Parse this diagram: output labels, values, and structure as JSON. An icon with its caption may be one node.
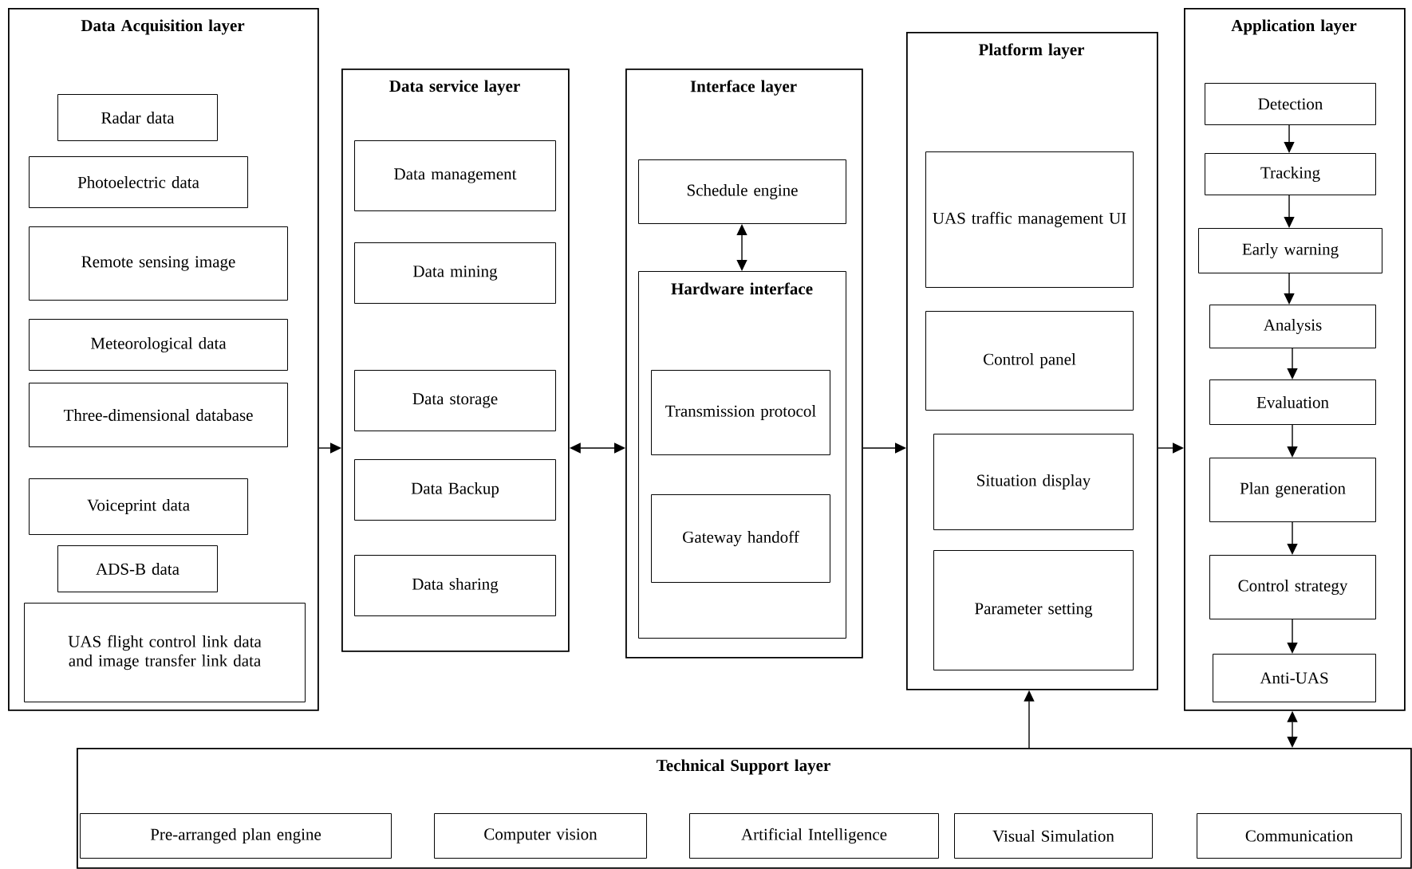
{
  "diagram": {
    "nodes": [
      {
        "text": [
          "Data Acquisition layer"
        ]
      },
      {
        "text": [
          "Radar data"
        ],
        "in": 0
      },
      {
        "text": [
          "Photoelectric data"
        ],
        "in": 0
      },
      {
        "text": [
          "Remote sensing image"
        ],
        "in": 0
      },
      {
        "text": [
          "Meteorological data"
        ],
        "in": 0
      },
      {
        "text": [
          "Three-dimensional database"
        ],
        "in": 0
      },
      {
        "text": [
          "Voiceprint data"
        ],
        "in": 0
      },
      {
        "text": [
          "ADS-B data"
        ],
        "in": 0
      },
      {
        "text": [
          "UAS flight control link data and image transfer link data"
        ],
        "in": 0
      },
      {
        "text": [
          "Data service layer"
        ]
      },
      {
        "text": [
          "Data management"
        ],
        "in": 9
      },
      {
        "text": [
          "Data mining"
        ],
        "in": 9
      },
      {
        "text": [
          "Data storage"
        ],
        "in": 9
      },
      {
        "text": [
          "Data Backup"
        ],
        "in": 9
      },
      {
        "text": [
          "Data sharing"
        ],
        "in": 9
      },
      {
        "text": [
          "Interface layer"
        ]
      },
      {
        "text": [
          "Schedule engine"
        ],
        "in": 15
      },
      {
        "text": [
          "Hardware interface"
        ],
        "in": 15
      },
      {
        "text": [
          "Transmission protocol"
        ],
        "in": 17
      },
      {
        "text": [
          "Gateway handoff"
        ],
        "in": 17
      },
      {
        "text": [
          "Platform layer"
        ]
      },
      {
        "text": [
          "UAS traffic management UI"
        ],
        "in": 20
      },
      {
        "text": [
          "Control panel"
        ],
        "in": 20
      },
      {
        "text": [
          "Situation display"
        ],
        "in": 20
      },
      {
        "text": [
          "Parameter setting"
        ],
        "in": 20
      },
      {
        "text": [
          "Application layer"
        ]
      },
      {
        "text": [
          "Detection"
        ],
        "in": 25
      },
      {
        "text": [
          "Tracking"
        ],
        "in": 25
      },
      {
        "text": [
          "Early warning"
        ],
        "in": 25
      },
      {
        "text": [
          "Analysis"
        ],
        "in": 25
      },
      {
        "text": [
          "Evaluation"
        ],
        "in": 25
      },
      {
        "text": [
          "Plan generation"
        ],
        "in": 25
      },
      {
        "text": [
          "Control strategy"
        ],
        "in": 25
      },
      {
        "text": [
          "Anti-UAS"
        ],
        "in": 25
      },
      {
        "text": [
          "Technical  Support layer"
        ]
      },
      {
        "text": [
          "Pre-arranged plan engine"
        ],
        "in": 34
      },
      {
        "text": [
          "Computer vision"
        ],
        "in": 34
      },
      {
        "text": [
          "Artificial Intelligence"
        ],
        "in": 34
      },
      {
        "text": [
          "Visual Simulation"
        ],
        "in": 34
      },
      {
        "text": [
          "Communication"
        ],
        "in": 34
      }
    ],
    "edges": [
      {
        "from": 0,
        "to": 9,
        "arrow": "to"
      },
      {
        "from": 9,
        "to": 15,
        "arrow": "both"
      },
      {
        "from": 15,
        "to": 20,
        "arrow": "to"
      },
      {
        "from": 20,
        "to": 25,
        "arrow": "to"
      },
      {
        "from": 16,
        "to": 17,
        "arrow": "both"
      },
      {
        "from": 26,
        "to": 27,
        "arrow": "to"
      },
      {
        "from": 27,
        "to": 28,
        "arrow": "to"
      },
      {
        "from": 28,
        "to": 29,
        "arrow": "to"
      },
      {
        "from": 29,
        "to": 30,
        "arrow": "to"
      },
      {
        "from": 30,
        "to": 31,
        "arrow": "to"
      },
      {
        "from": 31,
        "to": 32,
        "arrow": "to"
      },
      {
        "from": 32,
        "to": 33,
        "arrow": "to"
      },
      {
        "from": 34,
        "to": 20,
        "arrow": "to"
      },
      {
        "from": 34,
        "to": 25,
        "arrow": "both"
      }
    ]
  }
}
